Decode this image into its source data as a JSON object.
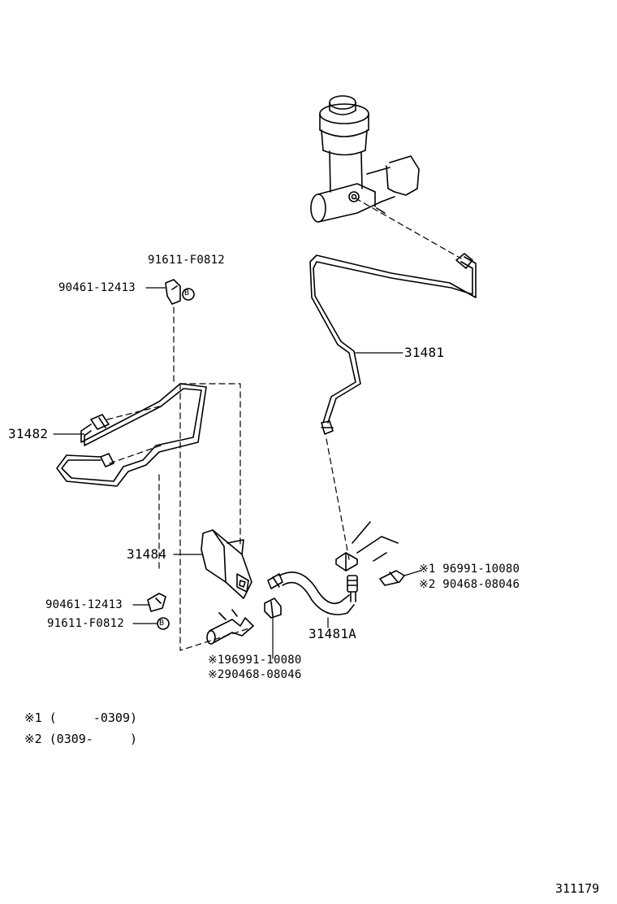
{
  "colors": {
    "ink": "#000000",
    "paper": "#ffffff"
  },
  "parts": {
    "p31481": "31481",
    "p31481a": "31481A",
    "p31482": "31482",
    "p31484": "31484",
    "p91611_top": "91611-F0812",
    "p90461_top": "90461-12413",
    "p90461_bottom": "90461-12413",
    "p91611_bottom": "91611-F0812",
    "bolt_marker": "B"
  },
  "callouts": {
    "right_line1": "※1 96991-10080",
    "right_line2": "※2 90468-08046",
    "bottom_line1": "※196991-10080",
    "bottom_line2": "※290468-08046"
  },
  "notes": {
    "note1": "※1 (     -0309)",
    "note2": "※2 (0309-     )"
  },
  "document_id": "311179"
}
